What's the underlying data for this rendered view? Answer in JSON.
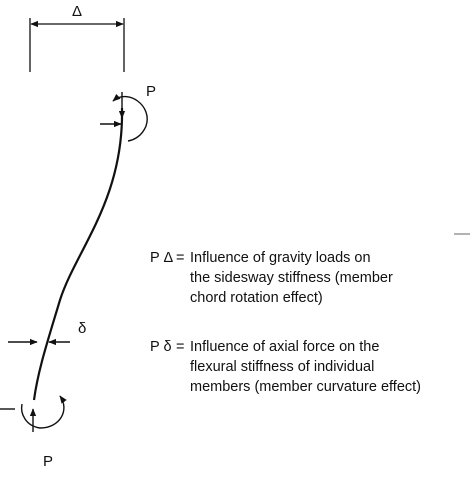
{
  "diagram": {
    "delta_top_label": "Δ",
    "p_top_label": "P",
    "delta_small_label": "δ",
    "p_bottom_label": "P"
  },
  "legend": {
    "pdelta": {
      "symbol": "P Δ",
      "equals": "=",
      "lines": [
        "Influence of gravity loads on",
        "the sidesway stiffness (member",
        "chord rotation effect)"
      ]
    },
    "psmall": {
      "symbol": "P δ",
      "equals": "=",
      "lines": [
        "Influence of axial force on the",
        "flexural stiffness of individual",
        "members (member curvature effect)"
      ]
    }
  }
}
